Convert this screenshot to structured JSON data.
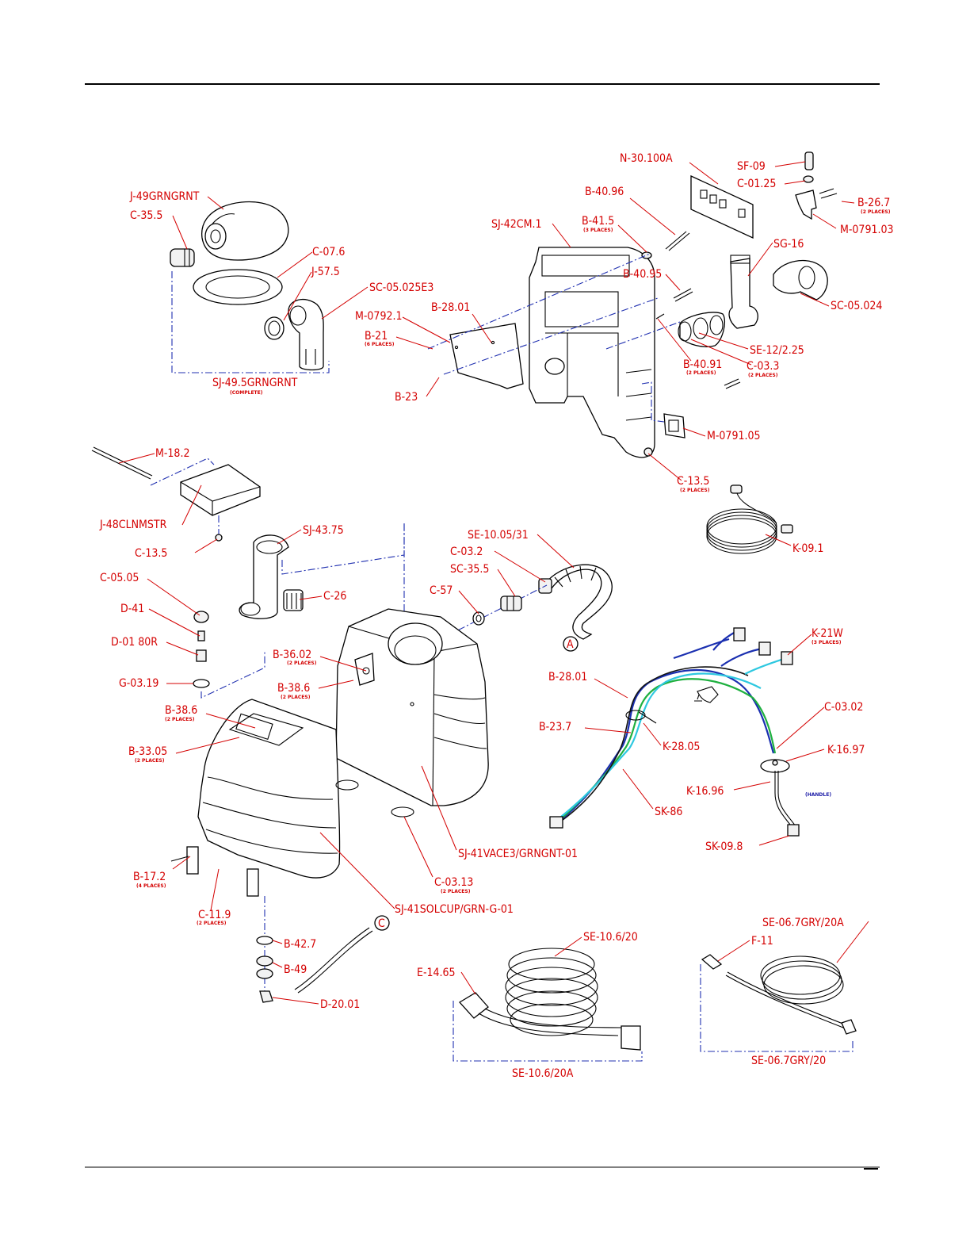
{
  "labels": {
    "j49": "J-49GRNGRNT",
    "c355": "C-35.5",
    "c076": "C-07.6",
    "j575": "J-57.5",
    "sc05025": "SC-05.025E3",
    "sj495": "SJ-49.5GRNGRNT",
    "sj495_sub": "(COMPLETE)",
    "n30100a": "N-30.100A",
    "sf09": "SF-09",
    "c0125": "C-01.25",
    "b267": "B-26.7",
    "b267_sub": "(2 PLACES)",
    "m079103": "M-0791.03",
    "b4096": "B-40.96",
    "b415": "B-41.5",
    "b415_sub": "(3 PLACES)",
    "sj42": "SJ-42CM.1",
    "sg16": "SG-16",
    "b4095": "B-40.95",
    "sc05024": "SC-05.024",
    "b2801a": "B-28.01",
    "m07921": "M-0792.1",
    "b21": "B-21",
    "b21_sub": "(6 PLACES)",
    "b23": "B-23",
    "se12": "SE-12/2.25",
    "b4091": "B-40.91",
    "b4091_sub": "(2 PLACES)",
    "c033": "C-03.3",
    "c033_sub": "(2 PLACES)",
    "m079105": "M-0791.05",
    "m182": "M-18.2",
    "c135a": "C-13.5",
    "c135a_sub": "(2 PLACES)",
    "j48": "J-48CLNMSTR",
    "c135b": "C-13.5",
    "sj4375": "SJ-43.75",
    "se1005": "SE-10.05/31",
    "c032": "C-03.2",
    "sc355": "SC-35.5",
    "k091": "K-09.1",
    "c0505": "C-05.05",
    "d41": "D-41",
    "c57": "C-57",
    "c26": "C-26",
    "d0180r": "D-01 80R",
    "b3602": "B-36.02",
    "b3602_sub": "(2 PLACES)",
    "g0319": "G-03.19",
    "b386a": "B-38.6",
    "b386a_sub": "(2 PLACES)",
    "b386b": "B-38.6",
    "b386b_sub": "(2 PLACES)",
    "b3305": "B-33.05",
    "b3305_sub": "(2 PLACES)",
    "k21w": "K-21W",
    "k21w_sub": "(3 PLACES)",
    "b2801b": "B-28.01",
    "c0302": "C-03.02",
    "b237": "B-23.7",
    "k2805": "K-28.05",
    "k1697": "K-16.97",
    "k1696": "K-16.96",
    "handle": "(HANDLE)",
    "sk86": "SK-86",
    "sk098": "SK-09.8",
    "sj41vac": "SJ-41VACE3/GRNGNT-01",
    "c0313": "C-03.13",
    "c0313_sub": "(2 PLACES)",
    "b172": "B-17.2",
    "b172_sub": "(4 PLACES)",
    "c119": "C-11.9",
    "c119_sub": "(2 PLACES)",
    "sj41sol": "SJ-41SOLCUP/GRN-G-01",
    "b427": "B-42.7",
    "b49": "B-49",
    "d2001": "D-20.01",
    "se067a": "SE-06.7GRY/20A",
    "f11": "F-11",
    "se106": "SE-10.6/20",
    "e1465": "E-14.65",
    "se106a": "SE-10.6/20A",
    "se067": "SE-06.7GRY/20",
    "callout_a": "A",
    "callout_c": "C"
  },
  "colors": {
    "label": "#d40000",
    "dashline": "#2030b0",
    "wire_blue": "#1a2fb0",
    "wire_green": "#1fb040",
    "wire_cyan": "#2ec8e0"
  }
}
